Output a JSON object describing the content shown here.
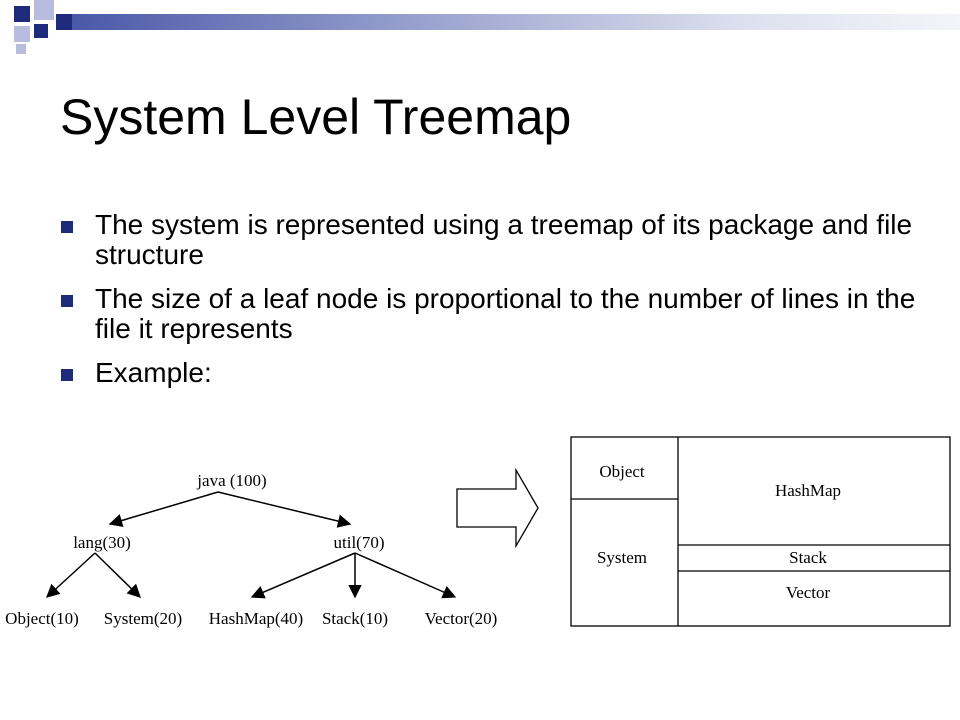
{
  "slide": {
    "title": "System Level Treemap",
    "bullets": [
      {
        "text": "The system is represented using a treemap of its package and file structure"
      },
      {
        "text": "The size of a leaf node is proportional to the number of lines in the file it represents"
      },
      {
        "text": "Example:"
      }
    ],
    "colors": {
      "accent": "#1f2a7a",
      "band_start": "#4a58a8",
      "square_light": "#b8bde0"
    }
  },
  "tree": {
    "root": "java (100)",
    "packages": [
      "lang(30)",
      "util(70)"
    ],
    "leaves": [
      "Object(10)",
      "System(20)",
      "HashMap(40)",
      "Stack(10)",
      "Vector(20)"
    ]
  },
  "treemap": {
    "cells": [
      "Object",
      "System",
      "HashMap",
      "Stack",
      "Vector"
    ]
  }
}
